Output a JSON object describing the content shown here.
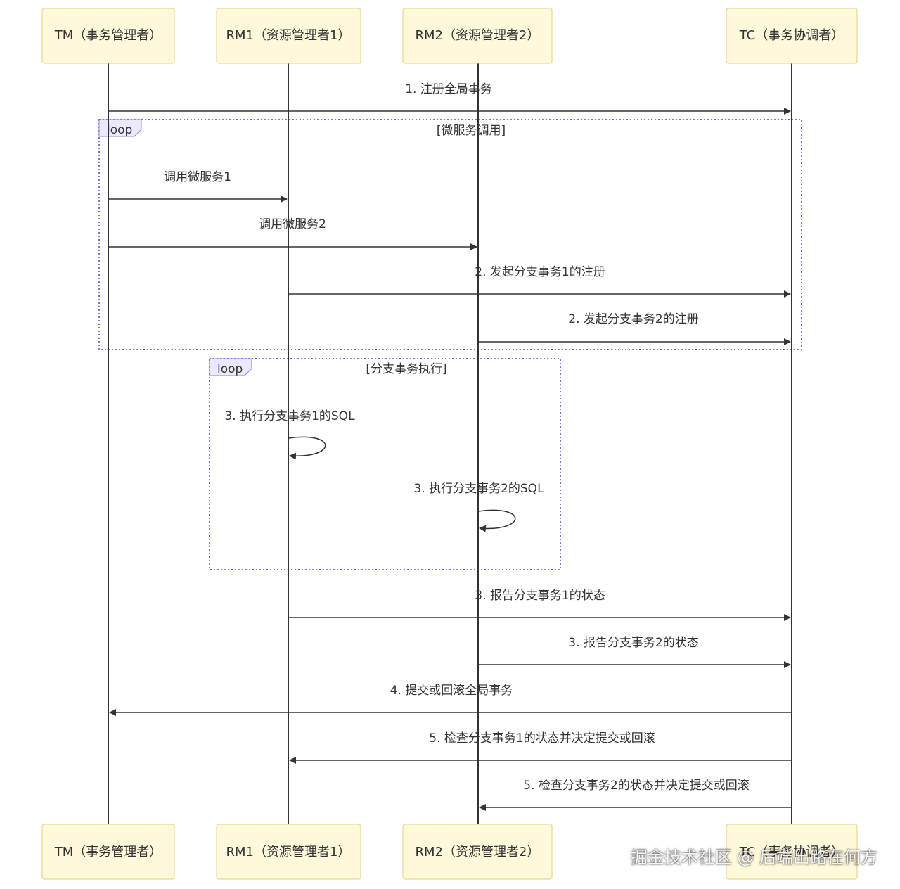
{
  "participants": [
    {
      "id": "TM",
      "label": "TM（事务管理者）"
    },
    {
      "id": "RM1",
      "label": "RM1（资源管理者1）"
    },
    {
      "id": "RM2",
      "label": "RM2（资源管理者2）"
    },
    {
      "id": "TC",
      "label": "TC（事务协调者）"
    }
  ],
  "loops": [
    {
      "tag": "loop",
      "condition": "[微服务调用]"
    },
    {
      "tag": "loop",
      "condition": "[分支事务执行]"
    }
  ],
  "messages": [
    {
      "from": "TM",
      "to": "TC",
      "label": "1. 注册全局事务"
    },
    {
      "from": "TM",
      "to": "RM1",
      "label": "调用微服务1"
    },
    {
      "from": "TM",
      "to": "RM2",
      "label": "调用微服务2"
    },
    {
      "from": "RM1",
      "to": "TC",
      "label": "2. 发起分支事务1的注册"
    },
    {
      "from": "RM2",
      "to": "TC",
      "label": "2. 发起分支事务2的注册"
    },
    {
      "from": "RM1",
      "to": "RM1",
      "label": "3. 执行分支事务1的SQL"
    },
    {
      "from": "RM2",
      "to": "RM2",
      "label": "3. 执行分支事务2的SQL"
    },
    {
      "from": "RM1",
      "to": "TC",
      "label": "3. 报告分支事务1的状态"
    },
    {
      "from": "RM2",
      "to": "TC",
      "label": "3. 报告分支事务2的状态"
    },
    {
      "from": "TC",
      "to": "TM",
      "label": "4. 提交或回滚全局事务"
    },
    {
      "from": "TC",
      "to": "RM1",
      "label": "5. 检查分支事务1的状态并决定提交或回滚"
    },
    {
      "from": "TC",
      "to": "RM2",
      "label": "5. 检查分支事务2的状态并决定提交或回滚"
    }
  ],
  "watermark": "掘金技术社区 @ 后端出路在何方"
}
